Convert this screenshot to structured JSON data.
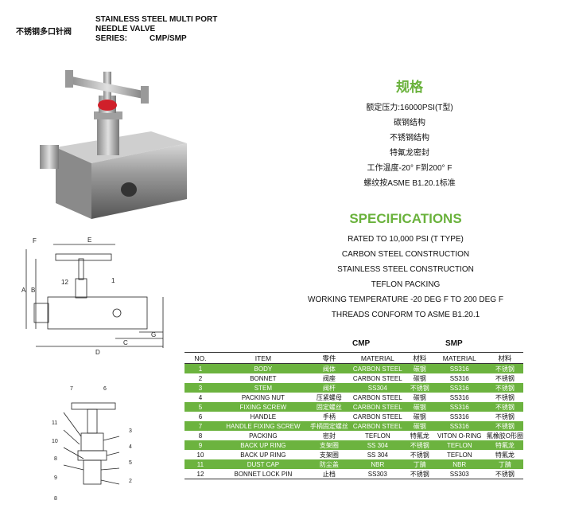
{
  "title_cn": "不锈钢多口针阀",
  "title_en": {
    "line1": "STAINLESS STEEL MULTI PORT",
    "line2": "NEEDLE VALVE",
    "series_label": "SERIES:",
    "series_value": "CMP/SMP"
  },
  "specs_cn": {
    "heading": "规格",
    "lines": [
      "额定压力:16000PSI(T型)",
      "碳钢结构",
      "不锈钢结构",
      "特氟龙密封",
      "工作温度-20° F到200° F",
      "螺纹按ASME B1.20.1标准"
    ]
  },
  "specs_en": {
    "heading": "SPECIFICATIONS",
    "lines": [
      "RATED TO 10,000 PSI (T TYPE)",
      "CARBON STEEL CONSTRUCTION",
      "STAINLESS STEEL CONSTRUCTION",
      "TEFLON PACKING",
      "WORKING TEMPERATURE -20 DEG F TO 200 DEG F",
      "THREADS CONFORM TO ASME B1.20.1"
    ]
  },
  "drawing_labels": {
    "dims": [
      "F",
      "E",
      "A",
      "B",
      "C",
      "D",
      "G"
    ],
    "callouts_top": [
      "12",
      "1"
    ],
    "callouts_bottom": [
      "7",
      "6",
      "11",
      "10",
      "8",
      "9",
      "8",
      "3",
      "4",
      "5",
      "2"
    ]
  },
  "table": {
    "group_cmp": "CMP",
    "group_smp": "SMP",
    "headers": [
      "NO.",
      "ITEM",
      "零件",
      "MATERIAL",
      "材料",
      "MATERIAL",
      "材料"
    ],
    "rows": [
      {
        "c": [
          "1",
          "BODY",
          "阀体",
          "CARBON STEEL",
          "碳钢",
          "SS316",
          "不锈钢"
        ],
        "green": true
      },
      {
        "c": [
          "2",
          "BONNET",
          "阀座",
          "CARBON STEEL",
          "碳钢",
          "SS316",
          "不锈钢"
        ],
        "green": false
      },
      {
        "c": [
          "3",
          "STEM",
          "阀杆",
          "SS304",
          "不锈钢",
          "SS316",
          "不锈钢"
        ],
        "green": true
      },
      {
        "c": [
          "4",
          "PACKING NUT",
          "压紧螺母",
          "CARBON STEEL",
          "碳钢",
          "SS316",
          "不锈钢"
        ],
        "green": false
      },
      {
        "c": [
          "5",
          "FIXING SCREW",
          "固定螺丝",
          "CARBON STEEL",
          "碳钢",
          "SS316",
          "不锈钢"
        ],
        "green": true
      },
      {
        "c": [
          "6",
          "HANDLE",
          "手柄",
          "CARBON STEEL",
          "碳钢",
          "SS316",
          "不锈钢"
        ],
        "green": false
      },
      {
        "c": [
          "7",
          "HANDLE FIXING SCREW",
          "手柄固定螺丝",
          "CARBON STEEL",
          "碳钢",
          "SS316",
          "不锈钢"
        ],
        "green": true
      },
      {
        "c": [
          "8",
          "PACKING",
          "密封",
          "TEFLON",
          "特氟龙",
          "VITON O-RING",
          "氟橡胶O形圈"
        ],
        "green": false
      },
      {
        "c": [
          "9",
          "BACK UP RING",
          "支架圈",
          "SS 304",
          "不锈钢",
          "TEFLON",
          "特氟龙"
        ],
        "green": true
      },
      {
        "c": [
          "10",
          "BACK UP RING",
          "支架圈",
          "SS 304",
          "不锈钢",
          "TEFLON",
          "特氟龙"
        ],
        "green": false
      },
      {
        "c": [
          "11",
          "DUST CAP",
          "防尘盖",
          "NBR",
          "丁腈",
          "NBR",
          "丁腈"
        ],
        "green": true
      },
      {
        "c": [
          "12",
          "BONNET LOCK PIN",
          "止档",
          "SS303",
          "不锈钢",
          "SS303",
          "不锈钢"
        ],
        "green": false
      }
    ]
  }
}
